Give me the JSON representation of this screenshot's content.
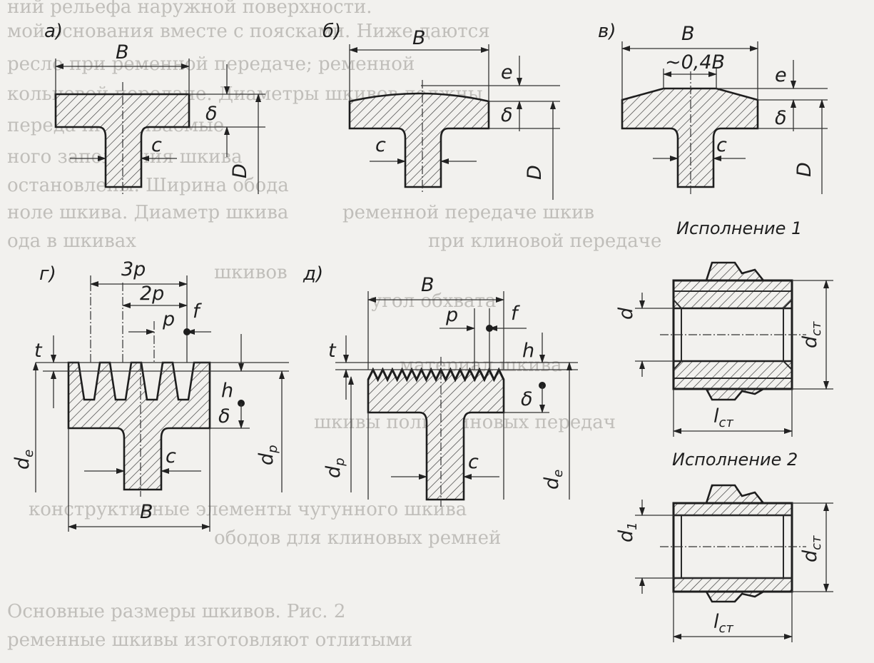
{
  "background_text": [
    "ний рельефа наружной поверхности.",
    "мой основания вместе с поясками. Ниже даются",
    "ресло при ременной передаче; ременной",
    "кольцевой передаче. Диаметры шкивов должны",
    "передачи обвиваемые",
    "ного заполнения шкива",
    "остановлены. Ширина обода",
    "ноле шкива. Диаметр шкива",
    "ода в шкивах",
    "ременной передаче шкив",
    "при клиновой передаче",
    "шкивов",
    "угол обхвата",
    "материал шкива",
    "шкивы поликлиновых передач",
    "конструктивные элементы чугунного шкива",
    "ободов для клиновых ремней",
    "Основные размеры шкивов. Рис. 2",
    "ременные шкивы изготовляют отлитыми"
  ],
  "labels": {
    "a": {
      "title": "а)",
      "B": "B",
      "delta": "δ",
      "c": "c",
      "D": "D"
    },
    "b": {
      "title": "б)",
      "B": "B",
      "e": "e",
      "delta": "δ",
      "c": "c",
      "D": "D"
    },
    "v": {
      "title": "в)",
      "B": "B",
      "B04": "~0,4B",
      "e": "e",
      "delta": "δ",
      "c": "c",
      "D": "D"
    },
    "g": {
      "title": "г)",
      "p3": "3p",
      "p2": "2p",
      "p": "p",
      "f": "f",
      "t": "t",
      "h": "h",
      "delta": "δ",
      "c": "c",
      "de": "d",
      "de_sub": "e",
      "dp": "d",
      "dp_sub": "p",
      "B": "B"
    },
    "d": {
      "title": "д)",
      "B": "B",
      "p": "p",
      "f": "f",
      "t": "t",
      "h": "h",
      "delta": "δ",
      "c": "c",
      "dp": "d",
      "dp_sub": "p",
      "de": "d",
      "de_sub": "e"
    },
    "hub1": {
      "caption": "Исполнение 1",
      "d": "d",
      "dst": "d",
      "dst_sub": "ст",
      "lst": "l",
      "lst_sub": "ст"
    },
    "hub2": {
      "caption": "Исполнение 2",
      "d1": "d",
      "d1_sub": "1",
      "dst": "d",
      "dst_sub": "ст",
      "lst": "l",
      "lst_sub": "ст"
    }
  }
}
